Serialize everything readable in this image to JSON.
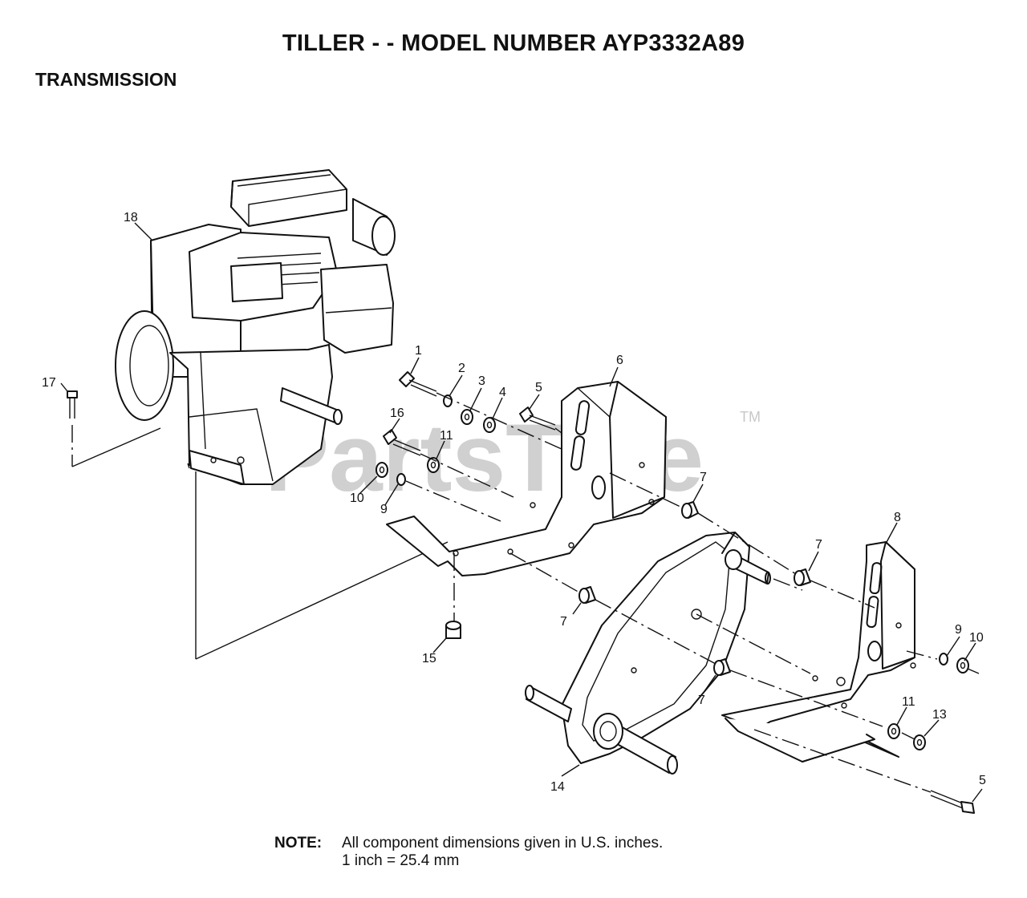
{
  "title": "TILLER - - MODEL NUMBER AYP3332A89",
  "section": "TRANSMISSION",
  "watermark": {
    "text": "PartsTree",
    "mark": "TM"
  },
  "callouts": [
    "1",
    "2",
    "3",
    "4",
    "5",
    "6",
    "7",
    "8",
    "9",
    "10",
    "11",
    "13",
    "14",
    "15",
    "16",
    "17",
    "18"
  ],
  "note": {
    "label": "NOTE:",
    "line1": "All component dimensions given in U.S. inches.",
    "line2": "1 inch = 25.4 mm"
  }
}
